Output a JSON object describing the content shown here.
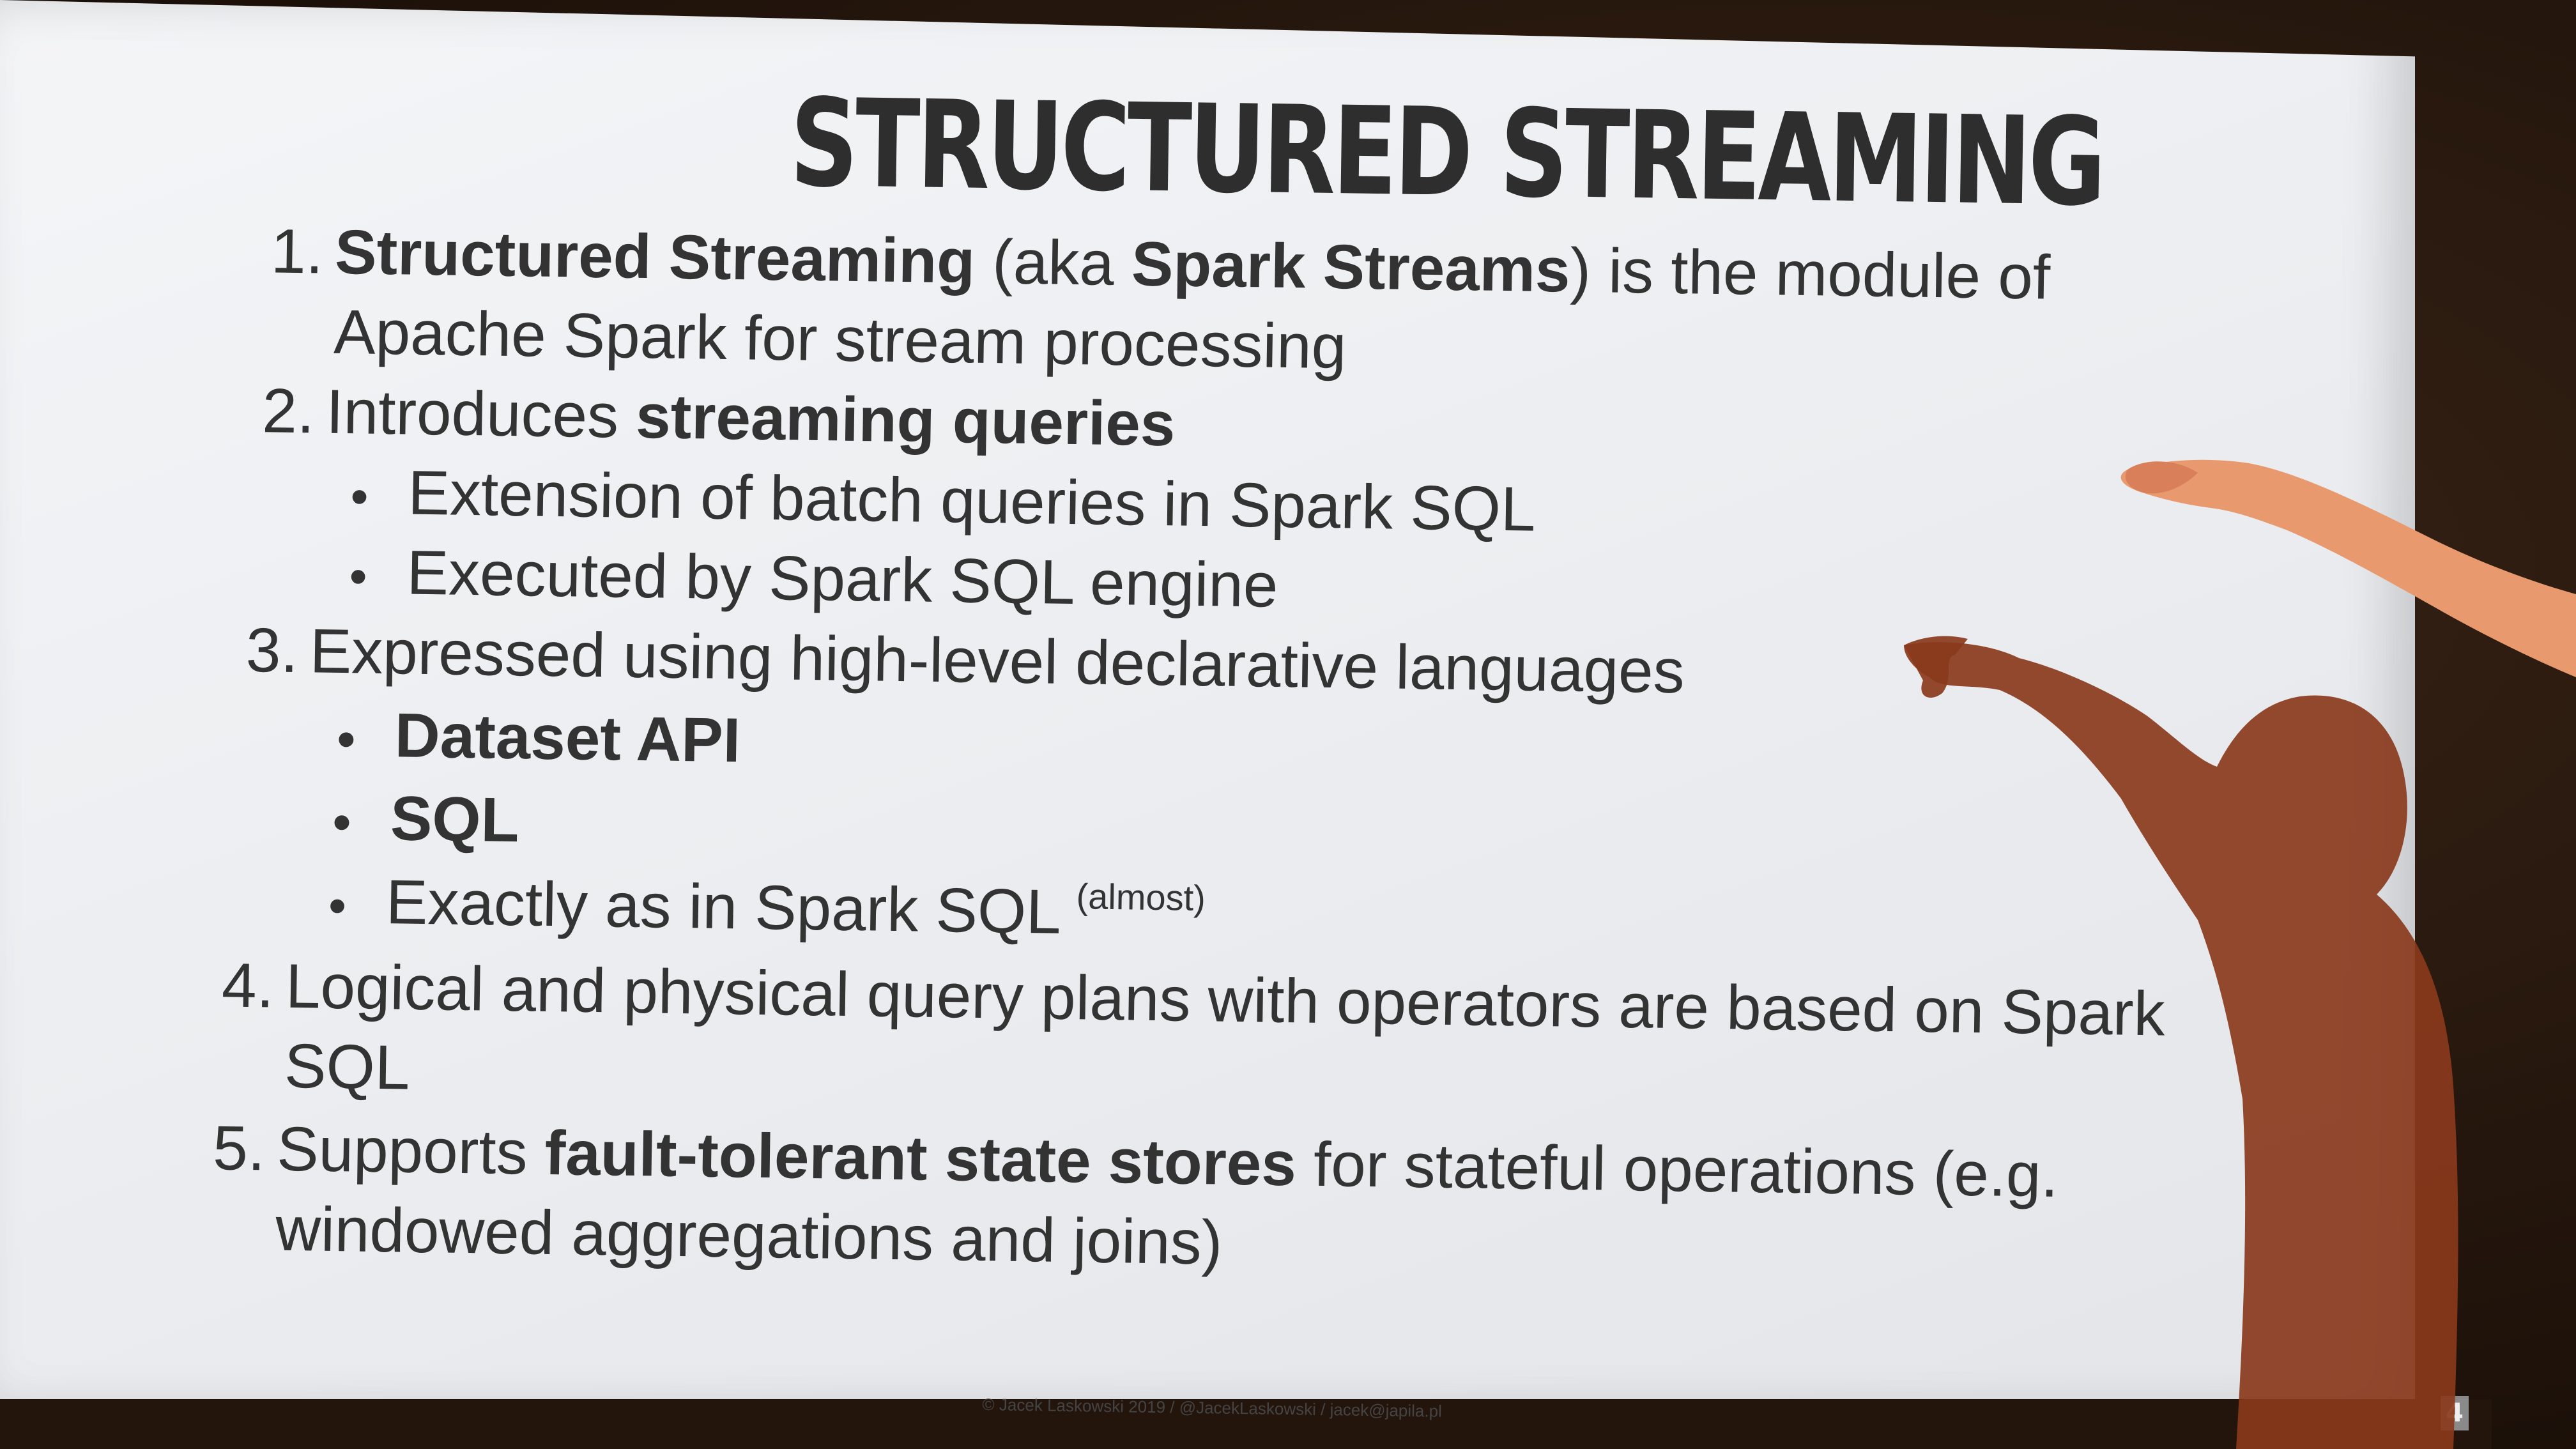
{
  "slide": {
    "title": "STRUCTURED STREAMING",
    "items": [
      {
        "number": "1.",
        "line1": {
          "b1": "Structured Streaming",
          "t1": " (aka ",
          "b2": "Spark Streams",
          "t2": ") is the module of"
        },
        "line2": "Apache Spark for stream processing"
      },
      {
        "number": "2.",
        "text": "Introduces ",
        "bold": "streaming queries",
        "bullets": [
          "Extension of batch queries in Spark SQL",
          "Executed by Spark SQL engine"
        ]
      },
      {
        "number": "3.",
        "text": "Expressed using high-level declarative languages",
        "bullets": [
          {
            "text": "Dataset API",
            "bold": true
          },
          {
            "text": "SQL",
            "bold": true
          },
          {
            "text": "Exactly as in Spark SQL ",
            "sup": "(almost)"
          }
        ]
      },
      {
        "number": "4.",
        "line1": "Logical and physical query plans with operators are based on Spark",
        "line2": "SQL"
      },
      {
        "number": "5.",
        "line1": {
          "t1": "Supports ",
          "b1": "fault-tolerant state stores",
          "t2": " for stateful operations (e.g."
        },
        "line2": "windowed aggregations and joins)"
      }
    ],
    "footer": "© Jacek Laskowski 2019 / @JacekLaskowski / jacek@japila.pl",
    "page_number": "4"
  },
  "colors": {
    "screen": "#eceef1",
    "text": "#333333",
    "shadow": "#8a3a1c",
    "arm_skin": "#e89a6e"
  }
}
